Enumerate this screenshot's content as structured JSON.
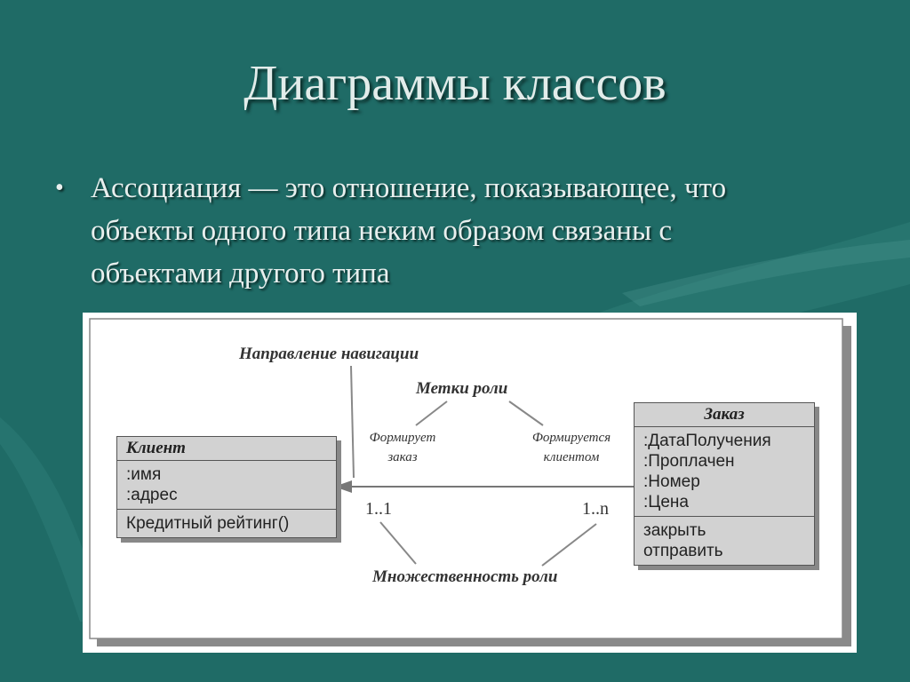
{
  "slide": {
    "title": "Диаграммы классов",
    "bullet": {
      "line1": "Ассоциация — это отношение, показывающее, что",
      "line2": "объекты одного типа неким образом связаны с",
      "line3": "объектами другого типа"
    }
  },
  "diagram": {
    "client": {
      "name": "Клиент",
      "attributes": [
        ":имя",
        ":адрес"
      ],
      "operations": [
        "Кредитный рейтинг()"
      ]
    },
    "order": {
      "name": "Заказ",
      "attributes": [
        ":ДатаПолучения",
        ":Проплачен",
        ":Номер",
        ":Цена"
      ],
      "operations": [
        "закрыть",
        "отправить"
      ]
    },
    "labels": {
      "navigation": "Направление навигации",
      "role_labels": "Метки роли",
      "role_left_line1": "Формирует",
      "role_left_line2": "заказ",
      "role_right_line1": "Формируется",
      "role_right_line2": "клиентом",
      "multiplicity": "Множественность роли",
      "mult_left": "1..1",
      "mult_right": "1..n"
    }
  },
  "colors": {
    "background": "#1f6b66",
    "figure_background": "#ffffff",
    "class_fill": "#d2d2d2"
  }
}
